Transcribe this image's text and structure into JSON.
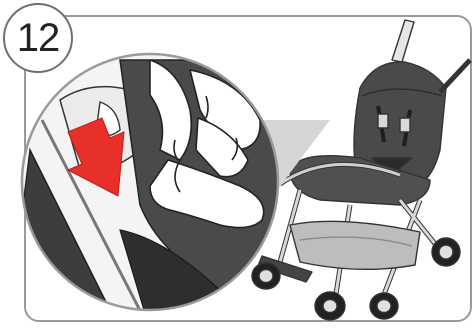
{
  "step": {
    "number": "12"
  },
  "illustration": {
    "scene": "stroller-seat-strap-adjustment",
    "zoom_detail": "hand-pressing-release-button",
    "arrow": {
      "direction": "down",
      "color": "#e8302a"
    },
    "colors": {
      "frame_outline": "#9a9a9a",
      "seat_fabric": "#4a4a4a",
      "arrow": "#e8302a",
      "line": "#333333"
    }
  }
}
